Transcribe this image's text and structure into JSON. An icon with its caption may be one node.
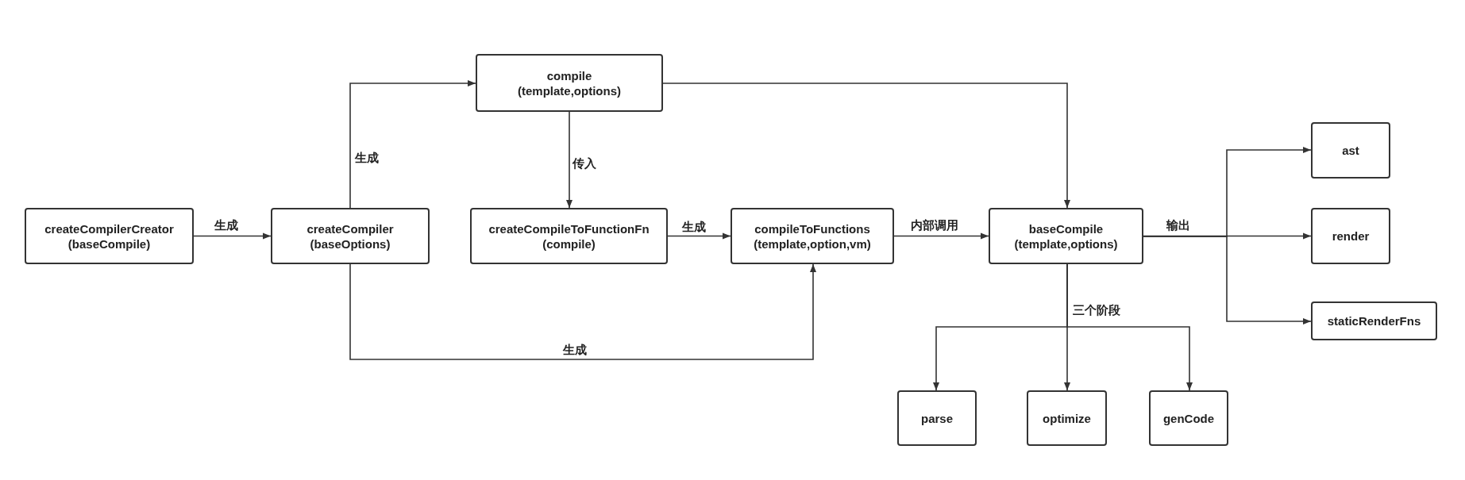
{
  "diagram": {
    "nodes": [
      {
        "text": [
          "createCompilerCreator",
          "(baseCompile)"
        ]
      },
      {
        "text": [
          "createCompiler",
          "(baseOptions)"
        ]
      },
      {
        "text": [
          "compile",
          "(template,options)"
        ]
      },
      {
        "text": [
          "createCompileToFunctionFn",
          "(compile)"
        ]
      },
      {
        "text": [
          "compileToFunctions",
          "(template,option,vm)"
        ]
      },
      {
        "text": [
          "baseCompile",
          "(template,options)"
        ]
      },
      {
        "text": [
          "ast"
        ]
      },
      {
        "text": [
          "render"
        ]
      },
      {
        "text": [
          "staticRenderFns"
        ]
      },
      {
        "text": [
          "parse"
        ]
      },
      {
        "text": [
          "optimize"
        ]
      },
      {
        "text": [
          "genCode"
        ]
      }
    ],
    "edges": [
      {
        "from": 0,
        "to": 1,
        "arrow": "to",
        "label": "生成"
      },
      {
        "from": 1,
        "to": 2,
        "arrow": "to",
        "label": "生成"
      },
      {
        "from": 2,
        "to": 3,
        "arrow": "to",
        "label": "传入"
      },
      {
        "from": 3,
        "to": 4,
        "arrow": "to",
        "label": "生成"
      },
      {
        "from": 1,
        "to": 4,
        "arrow": "to",
        "label": "生成"
      },
      {
        "from": 2,
        "to": 5,
        "arrow": "to"
      },
      {
        "from": 4,
        "to": 5,
        "arrow": "to",
        "label": "内部调用"
      },
      {
        "from": 5,
        "to": 6,
        "arrow": "to"
      },
      {
        "from": 5,
        "to": 7,
        "arrow": "to",
        "label": "输出"
      },
      {
        "from": 5,
        "to": 8,
        "arrow": "to"
      },
      {
        "from": 5,
        "to": 9,
        "arrow": "to"
      },
      {
        "from": 5,
        "to": 10,
        "arrow": "to",
        "label": "三个阶段"
      },
      {
        "from": 5,
        "to": 11,
        "arrow": "to"
      }
    ]
  }
}
